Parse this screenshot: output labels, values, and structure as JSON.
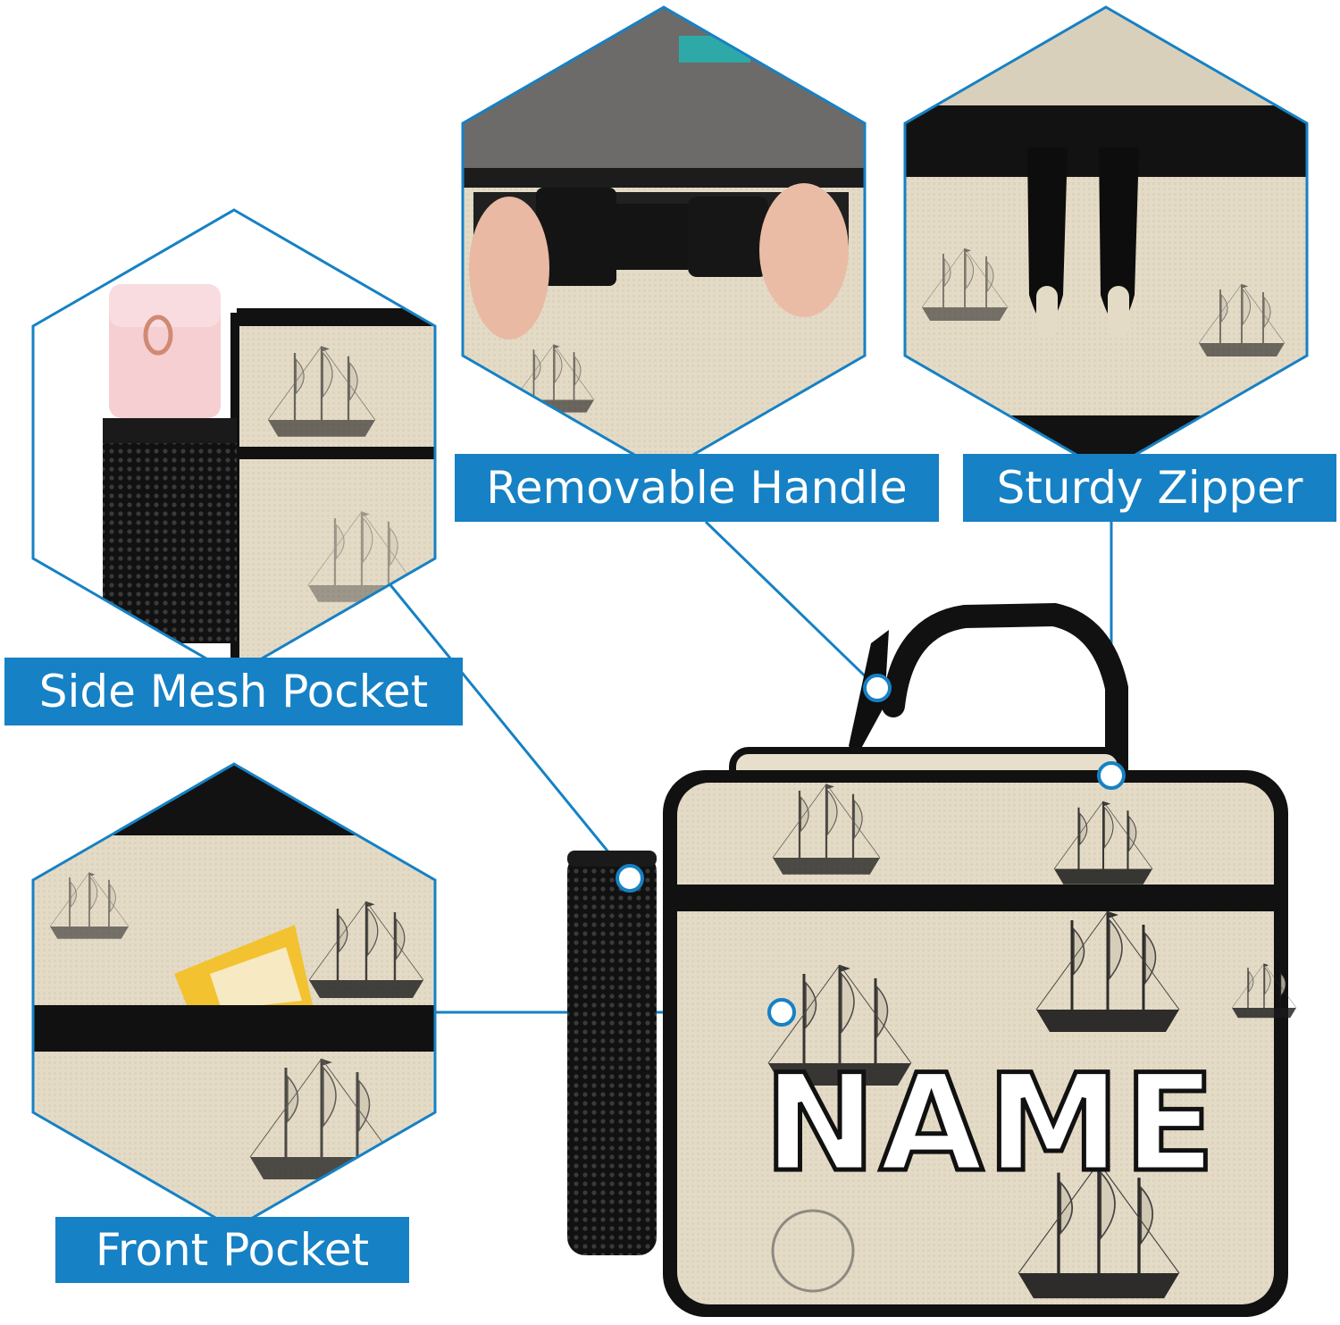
{
  "callouts": {
    "removable_handle": "Removable Handle",
    "sturdy_zipper": "Sturdy Zipper",
    "side_mesh_pocket": "Side Mesh Pocket",
    "front_pocket": "Front Pocket"
  },
  "bag": {
    "name_text": "NAME"
  },
  "colors": {
    "accent": "#1681c4",
    "canvas": "#e6ddca",
    "bag_trim": "#111111",
    "bottle": "#f6cfd2"
  },
  "icons": [
    "sailing-ship-icon",
    "buckle-icon",
    "zipper-pull-icon",
    "water-bottle-icon",
    "snack-packet-icon"
  ]
}
